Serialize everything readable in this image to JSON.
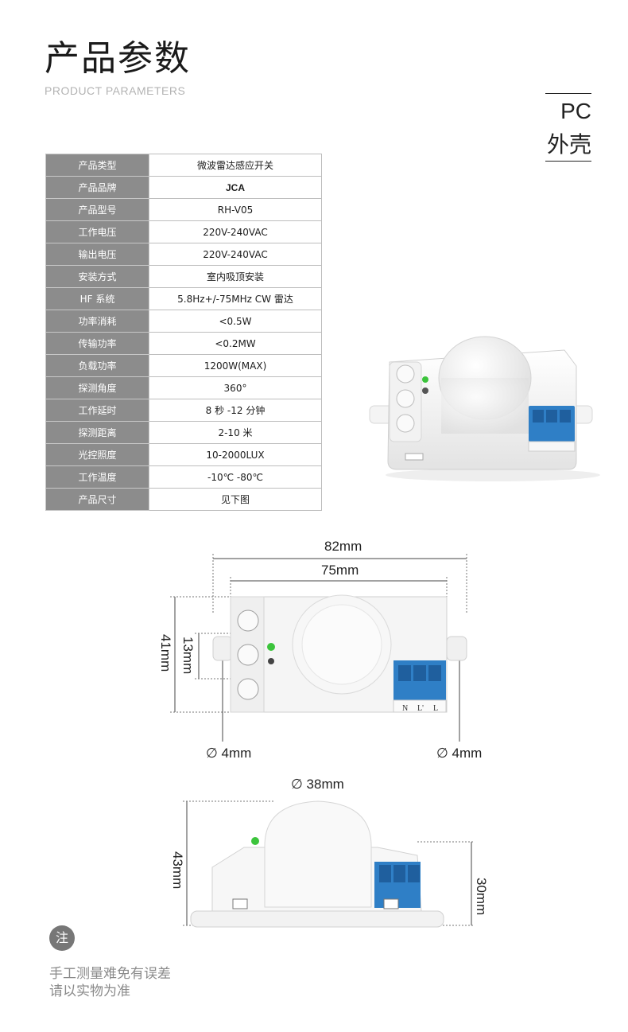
{
  "header": {
    "title_cn": "产品参数",
    "title_en": "PRODUCT PARAMETERS",
    "material_en": "PC",
    "material_cn": "外壳"
  },
  "specs": [
    {
      "label": "产品类型",
      "value": "微波雷达感应开关"
    },
    {
      "label": "产品品牌",
      "value": "JCA"
    },
    {
      "label": "产品型号",
      "value": "RH-V05"
    },
    {
      "label": "工作电压",
      "value": "220V-240VAC"
    },
    {
      "label": "输出电压",
      "value": "220V-240VAC"
    },
    {
      "label": "安装方式",
      "value": "室内吸顶安装"
    },
    {
      "label": "HF 系统",
      "value": "5.8Hz+/-75MHz CW 雷达"
    },
    {
      "label": "功率消耗",
      "value": "<0.5W"
    },
    {
      "label": "传输功率",
      "value": "<0.2MW"
    },
    {
      "label": "负载功率",
      "value": "1200W(MAX)"
    },
    {
      "label": "探测角度",
      "value": "360°"
    },
    {
      "label": "工作延时",
      "value": "8 秒 -12 分钟"
    },
    {
      "label": "探测距离",
      "value": "2-10 米"
    },
    {
      "label": "光控照度",
      "value": "10-2000LUX"
    },
    {
      "label": "工作温度",
      "value": "-10℃ -80℃"
    },
    {
      "label": "产品尺寸",
      "value": "见下图"
    }
  ],
  "dimensions": {
    "width_total": "82mm",
    "width_body": "75mm",
    "height_total": "41mm",
    "knob_span": "13mm",
    "hole_left": "∅ 4mm",
    "hole_right": "∅ 4mm",
    "dome_diameter": "∅  38mm",
    "side_height_total": "43mm",
    "side_height_body": "30mm"
  },
  "terminal_labels": [
    "N",
    "L'",
    "L"
  ],
  "note": {
    "badge": "注",
    "line1": "手工测量难免有误差",
    "line2": "请以实物为准"
  },
  "colors": {
    "label_bg": "#8c8c8c",
    "terminal_blue": "#2f7fc6",
    "led_green": "#3cc43c"
  }
}
